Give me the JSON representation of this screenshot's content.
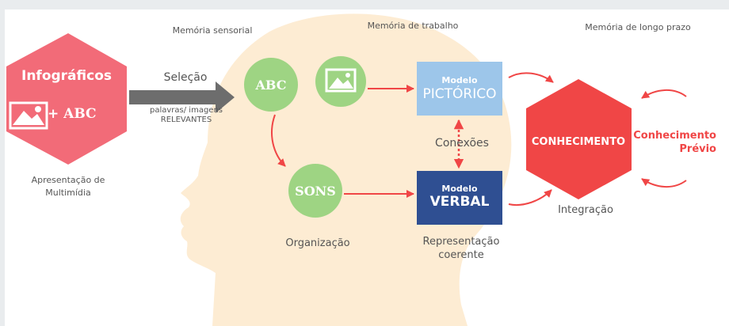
{
  "headers": {
    "sensorial": "Memória  sensorial",
    "trabalho": "Memória de trabalho",
    "longo_prazo": "Memória de longo prazo"
  },
  "left": {
    "title": "Infográficos",
    "abc": "+ ABC",
    "caption_line1": "Apresentação de",
    "caption_line2": "Multimídia"
  },
  "selection": {
    "label": "Seleção",
    "sub1": "palavras/ imagens",
    "sub2": "RELEVANTES"
  },
  "circles": {
    "abc": "ABC",
    "sons": "SONS"
  },
  "organizacao": "Organização",
  "pictorico": {
    "top": "Modelo",
    "main": "PICTÓRICO"
  },
  "conexoes": "Conexões",
  "verbal": {
    "top": "Modelo",
    "main": "VERBAL"
  },
  "representacao": {
    "line1": "Representação",
    "line2": "coerente"
  },
  "conhecimento": "CONHECIMENTO",
  "integracao": "Integração",
  "previo": {
    "line1": "Conhecimento",
    "line2": "Prévio"
  },
  "colors": {
    "head": "#fdecd3",
    "pink": "#f26b78",
    "green": "#9ed483",
    "light_blue": "#9dc6ea",
    "navy": "#2f4f92",
    "red": "#f04646",
    "arrow_gray": "#6d6d6d"
  },
  "icons": {
    "image": "image-icon"
  }
}
